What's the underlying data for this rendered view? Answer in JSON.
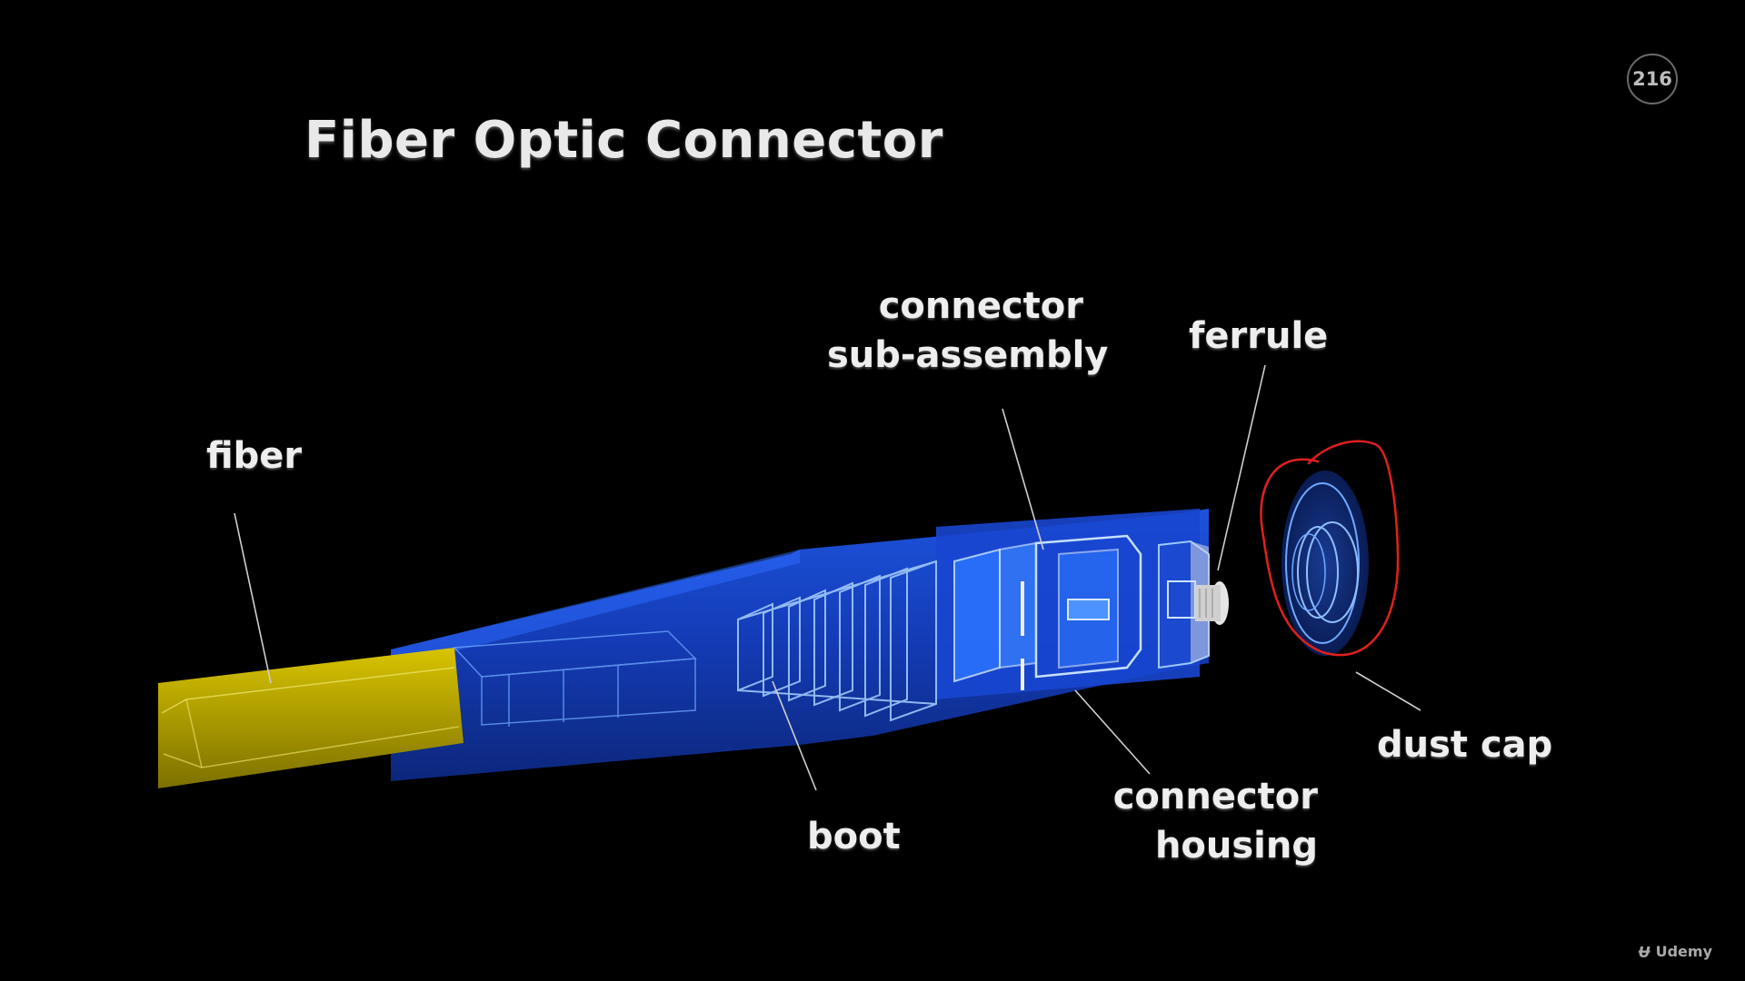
{
  "slide": {
    "title": "Fiber Optic Connector",
    "slide_number": "216"
  },
  "labels": {
    "fiber": "fiber",
    "connector_sub_assembly_line1": "connector",
    "connector_sub_assembly_line2": "sub-assembly",
    "ferrule": "ferrule",
    "boot": "boot",
    "connector_housing_line1": "connector",
    "connector_housing_line2": "housing",
    "dust_cap": "dust cap"
  },
  "brand": {
    "name": "Udemy",
    "icon": "udemy-logo-icon"
  },
  "colors": {
    "background": "#000000",
    "fiber": "#c8b400",
    "connector_body": "#1a4fd6",
    "wireframe": "#8fc4ff",
    "annotation_circle": "#e0201e",
    "label_text": "#eeeeee"
  }
}
